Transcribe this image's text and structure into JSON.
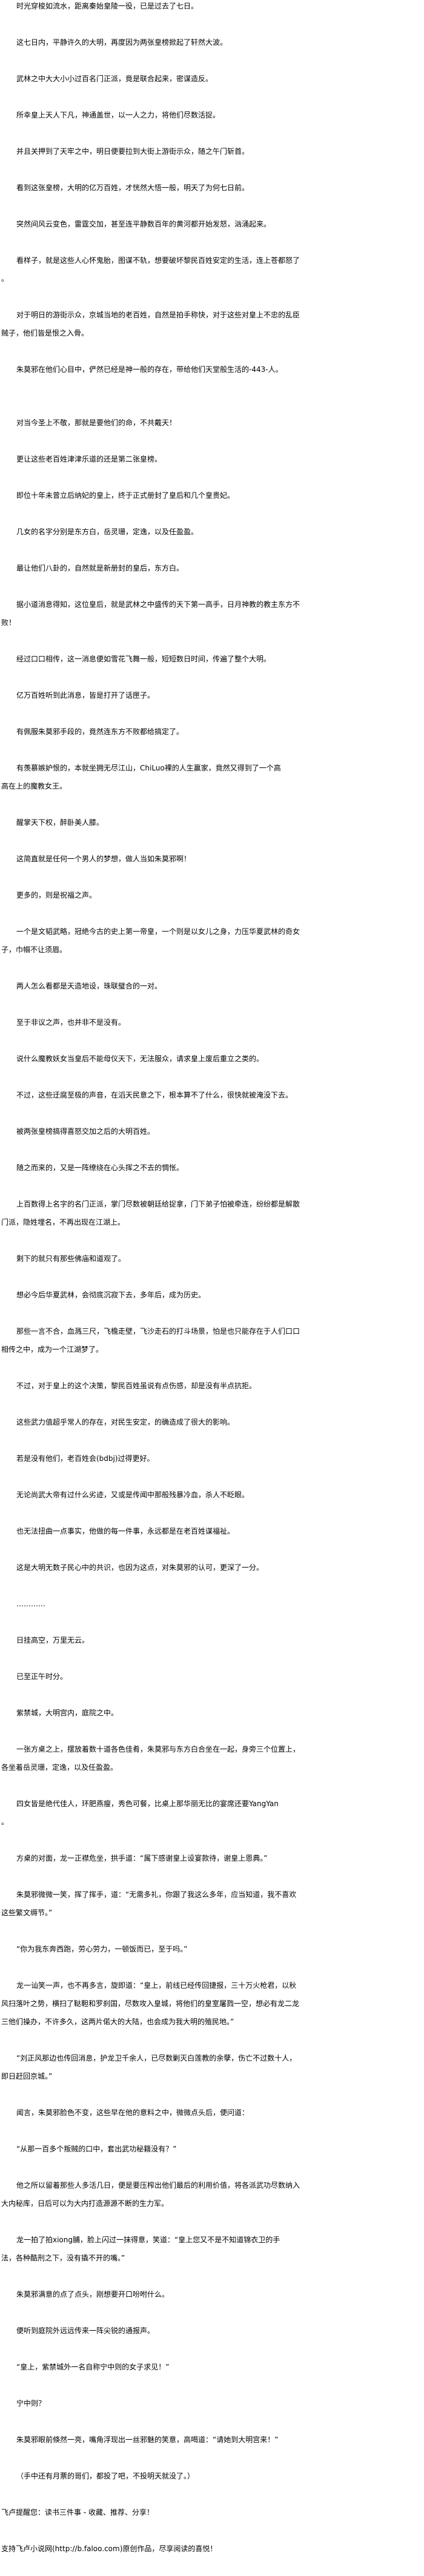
{
  "article": {
    "paragraphs": [
      {
        "indent": true,
        "lines": [
          "时光穿梭如流水，距离秦始皇陵一役，已是过去了七日。"
        ]
      },
      {
        "indent": true,
        "lines": [
          "这七日内，平静许久的大明，再度因为两张皇榜掀起了轩然大波。"
        ]
      },
      {
        "indent": true,
        "lines": [
          "武林之中大大小小过百名门正派，竟是联合起来，密谋造反。"
        ]
      },
      {
        "indent": true,
        "lines": [
          "所幸皇上天人下凡，神通盖世，以一人之力，将他们尽数活捉。"
        ]
      },
      {
        "indent": true,
        "lines": [
          "并且关押到了天牢之中，明日便要拉到大街上游街示众，随之午门斩首。"
        ]
      },
      {
        "indent": true,
        "lines": [
          "看到这张皇榜，大明的亿万百姓，才恍然大悟一般，明天了为何七日前。"
        ]
      },
      {
        "indent": true,
        "lines": [
          "突然间风云变色，雷霆交加，甚至连平静数百年的黄河都开始发怒，汹涌起来。"
        ]
      },
      {
        "indent": true,
        "lines": [
          "看样子，就是这些人心怀鬼胎，图谋不轨，想要破坏黎民百姓安定的生活，连上苍都怒了",
          "。"
        ]
      },
      {
        "indent": true,
        "lines": [
          "对于明日的游街示众，京城当地的老百姓，自然是拍手称快，对于这些对皇上不忠的乱臣",
          "贼子，他们皆是恨之入骨。"
        ]
      },
      {
        "indent": true,
        "gap": true,
        "lines": [
          "朱莫邪在他们心目中，俨然已经是神一般的存在，带给他们天堂般生活的-443-人。"
        ]
      },
      {
        "indent": true,
        "lines": [
          "对当今圣上不敬，那就是要他们的命，不共戴天！"
        ]
      },
      {
        "indent": true,
        "lines": [
          "更让这些老百姓津津乐道的还是第二张皇榜。"
        ]
      },
      {
        "indent": true,
        "lines": [
          "即位十年未曾立后纳妃的皇上，终于正式册封了皇后和几个皇贵妃。"
        ]
      },
      {
        "indent": true,
        "lines": [
          "几女的名字分别是东方白，岳灵珊，定逸，以及任盈盈。"
        ]
      },
      {
        "indent": true,
        "lines": [
          "最让他们八卦的，自然就是新册封的皇后，东方白。"
        ]
      },
      {
        "indent": true,
        "lines": [
          "据小道消息得知，这位皇后，就是武林之中盛传的天下第一高手，日月神教的教主东方不",
          "败！"
        ]
      },
      {
        "indent": true,
        "lines": [
          "经过口口相传，这一消息便如雪花飞舞一般，短短数日时间，传遍了整个大明。"
        ]
      },
      {
        "indent": true,
        "lines": [
          "亿万百姓听到此消息，皆是打开了话匣子。"
        ]
      },
      {
        "indent": true,
        "lines": [
          "有佩服朱莫邪手段的，竟然连东方不败都给搞定了。"
        ]
      },
      {
        "indent": true,
        "lines": [
          "有羡慕嫉妒恨的，本就坐拥无尽江山，ChiLuo裸的人生赢家，竟然又得到了一个高",
          "高在上的魔教女王。"
        ]
      },
      {
        "indent": true,
        "lines": [
          "醒掌天下权，醉卧美人膝。"
        ]
      },
      {
        "indent": true,
        "lines": [
          "这简直就是任何一个男人的梦想，做人当如朱莫邪啊！"
        ]
      },
      {
        "indent": true,
        "lines": [
          "更多的，则是祝福之声。"
        ]
      },
      {
        "indent": true,
        "lines": [
          "一个是文韬武略，冠绝今古的史上第一帝皇，一个则是以女儿之身，力压华夏武林的奇女",
          "子，巾帼不让须眉。"
        ]
      },
      {
        "indent": true,
        "lines": [
          "两人怎么看都是天造地设，珠联璧合的一对。"
        ]
      },
      {
        "indent": true,
        "lines": [
          "至于非议之声，也并非不是没有。"
        ]
      },
      {
        "indent": true,
        "lines": [
          "说什么魔教妖女当皇后不能母仪天下，无法服众，请求皇上废后重立之类的。"
        ]
      },
      {
        "indent": true,
        "lines": [
          "不过，这些迂腐至极的声音，在滔天民意之下，根本算不了什么，很快就被淹没下去。"
        ]
      },
      {
        "indent": true,
        "lines": [
          "被两张皇榜搞得喜怒交加之后的大明百姓。"
        ]
      },
      {
        "indent": true,
        "lines": [
          "随之而来的，又是一阵缭绕在心头挥之不去的惆怅。"
        ]
      },
      {
        "indent": true,
        "lines": [
          "上百数得上名字的名门正派，掌门尽数被朝廷给捉拿，门下弟子怕被牵连，纷纷都是解散",
          "门派，隐姓埋名，不再出现在江湖上。"
        ]
      },
      {
        "indent": true,
        "lines": [
          "剩下的就只有那些佛庙和道观了。"
        ]
      },
      {
        "indent": true,
        "lines": [
          "想必今后华夏武林，会彻底沉寂下去，多年后，成为历史。"
        ]
      },
      {
        "indent": true,
        "lines": [
          "那些一言不合，血溅三尺，飞檐走壁，飞沙走石的打斗场景，怕是也只能存在于人们口口",
          "相传之中，成为一个江湖梦了。"
        ]
      },
      {
        "indent": true,
        "lines": [
          "不过，对于皇上的这个决策，黎民百姓虽说有点伤感，却是没有半点抗拒。"
        ]
      },
      {
        "indent": true,
        "lines": [
          "这些武力值超乎常人的存在，对民生安定，的确造成了很大的影响。"
        ]
      },
      {
        "indent": true,
        "lines": [
          "若是没有他们，老百姓会(bdbj)过得更好。"
        ]
      },
      {
        "indent": true,
        "lines": [
          "无论尚武大帝有过什么劣迹，又或是传闻中那般残暴冷血，杀人不眨眼。"
        ]
      },
      {
        "indent": true,
        "lines": [
          "也无法扭曲一点事实，他做的每一件事，永远都是在老百姓谋福祉。"
        ]
      },
      {
        "indent": true,
        "lines": [
          "这是大明无数子民心中的共识，也因为这点，对朱莫邪的认可，更深了一分。"
        ]
      },
      {
        "indent": true,
        "lines": [
          "…………"
        ]
      },
      {
        "indent": true,
        "lines": [
          "日挂高空，万里无云。"
        ]
      },
      {
        "indent": true,
        "lines": [
          "已至正午时分。"
        ]
      },
      {
        "indent": true,
        "lines": [
          "紫禁城，大明宫内，庭院之中。"
        ]
      },
      {
        "indent": true,
        "lines": [
          "一张方桌之上，摆放着数十道各色佳肴，朱莫邪与东方白合坐在一起，身旁三个位置上，",
          "各坐着岳灵珊，定逸，以及任盈盈。"
        ]
      },
      {
        "indent": true,
        "lines": [
          "四女皆是绝代佳人，环肥燕瘦，秀色可餐，比桌上那华丽无比的宴席还要YangYan",
          "。"
        ]
      },
      {
        "indent": true,
        "lines": [
          "方桌的对面，龙一正襟危坐，拱手道：“属下感谢皇上设宴款待，谢皇上恩典。”"
        ]
      },
      {
        "indent": true,
        "lines": [
          "朱莫邪微微一笑，挥了挥手，道：“无需多礼，你跟了我这么多年，应当知道，我不喜欢",
          "这些繁文缛节。”"
        ]
      },
      {
        "indent": true,
        "lines": [
          "“你为我东奔西跑，劳心劳力，一顿饭而已，至于吗。”"
        ]
      },
      {
        "indent": true,
        "lines": [
          "龙一讪笑一声，也不再多言，旋即道：“皇上，前线已经传回捷报，三十万火枪君，以秋",
          "风扫落叶之势，横扫了鞑靼和罗刹国，尽数攻入皇城，将他们的皇室屠戮一空，想必有龙二龙",
          "三他们操办，不许多久，这两片偌大的大陆，也会成为我大明的殖民地。”"
        ]
      },
      {
        "indent": true,
        "lines": [
          "“刘正风那边也传回消息，护龙卫千余人，已尽数剿灭白莲教的余孽，伤亡不过数十人，",
          "即日赶回京城。”"
        ]
      },
      {
        "indent": true,
        "lines": [
          "闻言，朱莫邪脸色不变，这些早在他的意料之中，微微点头后，便问道："
        ]
      },
      {
        "indent": true,
        "lines": [
          "“从那一百多个叛贼的口中，套出武功秘籍没有？”"
        ]
      },
      {
        "indent": true,
        "lines": [
          "他之所以留着那些人多活几日，便是要压榨出他们最后的利用价值，将各派武功尽数纳入",
          "大内秘库，日后可以为大内打造源源不断的生力军。"
        ]
      },
      {
        "indent": true,
        "lines": [
          "龙一拍了拍xiong脯，脸上闪过一抹得意，笑道：“皇上您又不是不知道锦衣卫的手",
          "法，各种酷刑之下，没有撬不开的嘴。”"
        ]
      },
      {
        "indent": true,
        "lines": [
          "朱莫邪满意的点了点头，刚想要开口吩咐什么。"
        ]
      },
      {
        "indent": true,
        "lines": [
          "便听到庭院外远远传来一阵尖锐的通报声。"
        ]
      },
      {
        "indent": true,
        "lines": [
          "“皇上，紫禁城外一名自称宁中则的女子求见！”"
        ]
      },
      {
        "indent": true,
        "lines": [
          "宁中则？"
        ]
      },
      {
        "indent": true,
        "lines": [
          "朱莫邪眼前倏然一亮，嘴角浮现出一丝邪魅的笑意，高喝道：“请她到大明宫来！”"
        ]
      },
      {
        "indent": true,
        "lines": [
          "（手中还有月票的哥们，都投了吧，不投明天就没了。）"
        ]
      },
      {
        "indent": false,
        "lines": [
          "飞卢提醒您：读书三件事 - 收藏、推荐、分享！"
        ]
      },
      {
        "indent": false,
        "lines": [
          "支持飞卢小说网(http://b.faloo.com)原创作品，尽享阅读的喜悦！"
        ]
      }
    ]
  }
}
